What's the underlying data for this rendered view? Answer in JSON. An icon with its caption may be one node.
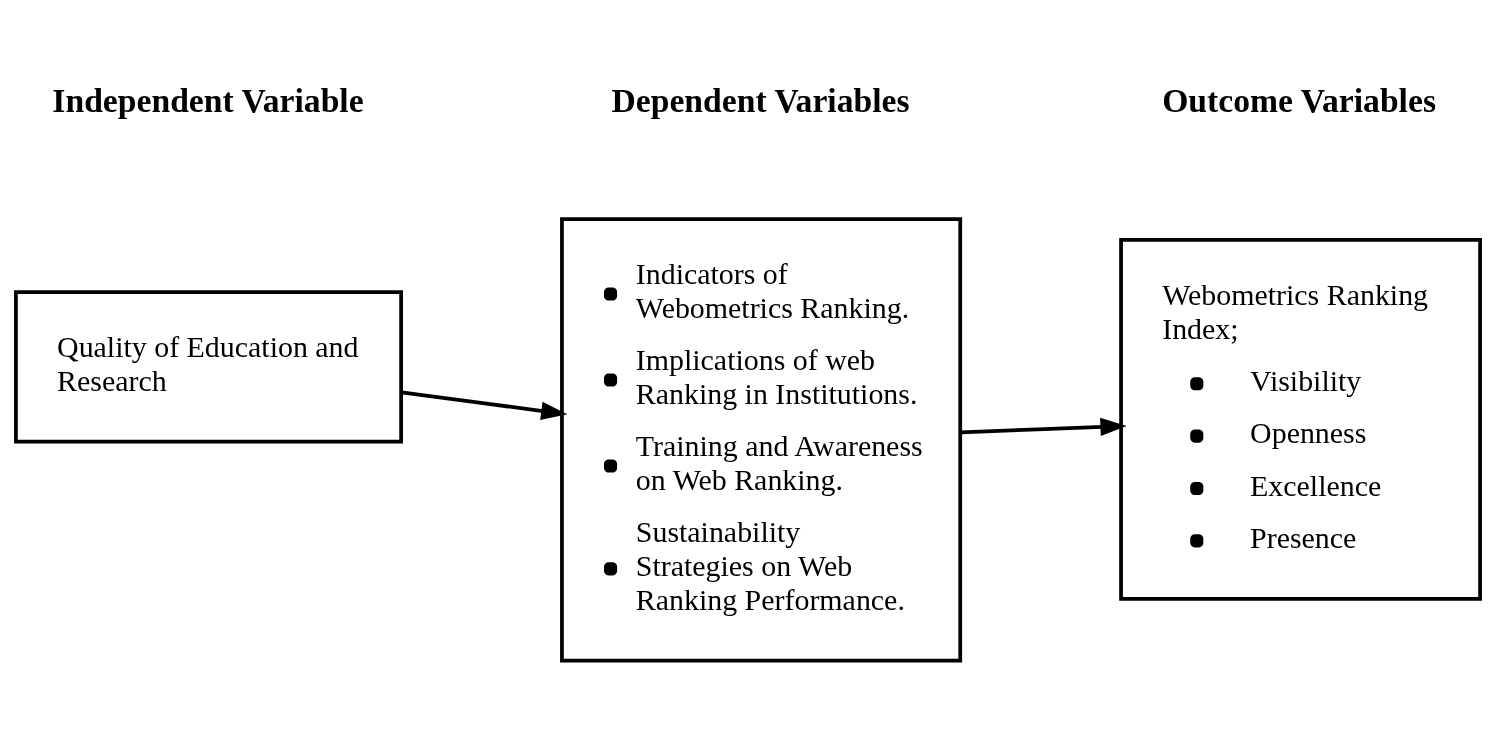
{
  "diagram": {
    "nodes": [
      {
        "text": [
          "Quality of Education and Research"
        ]
      },
      {
        "text": [
          "Indicators of Webometrics Ranking.",
          "Implications of web Ranking in Institutions.",
          "Training and Awareness on Web Ranking.",
          "Sustainability Strategies on Web Ranking Performance."
        ]
      },
      {
        "text": [
          "Webometrics Ranking Index;",
          "Visibility",
          "Openness",
          "Excellence",
          "Presence"
        ]
      }
    ],
    "edges": [
      {
        "from": 0,
        "to": 1,
        "arrow": "to"
      },
      {
        "from": 1,
        "to": 2,
        "arrow": "to"
      }
    ],
    "labels": [
      "Independent Variable",
      "Dependent Variables",
      "Outcome Variables"
    ]
  }
}
